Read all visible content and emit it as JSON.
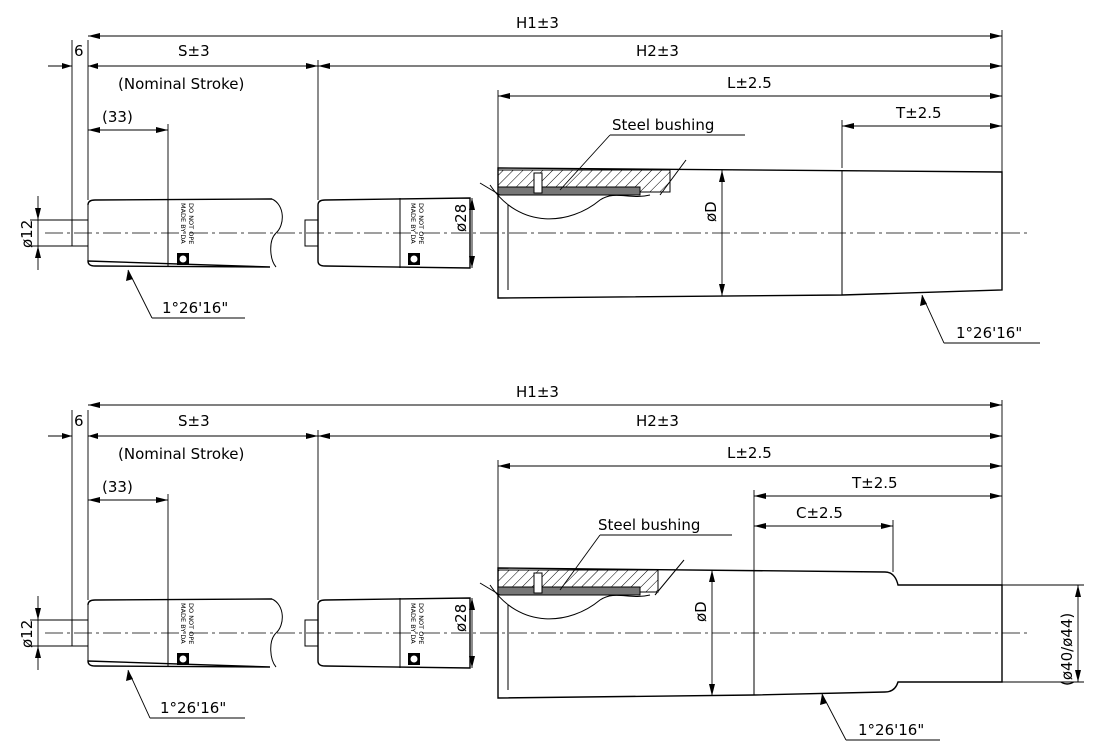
{
  "colors": {
    "line": "#000000",
    "background": "#ffffff"
  },
  "icons": [
    "brand-logo-icon"
  ],
  "views": [
    {
      "dimensions": {
        "h1": "H1±3",
        "h2": "H2±3",
        "s": "S±3",
        "s_note": "(Nominal Stroke)",
        "six": "6",
        "thirty_three": "(33)",
        "l": "L±2.5",
        "t": "T±2.5",
        "d12": "ø12",
        "d28": "ø28",
        "dd": "øD"
      },
      "labels": {
        "bushing": "Steel bushing",
        "taper_rod": "1°26'16\"",
        "taper_body": "1°26'16\"",
        "stamp_line1": "MADE BY DA",
        "stamp_line2": "DO NOT OPE"
      }
    },
    {
      "dimensions": {
        "h1": "H1±3",
        "h2": "H2±3",
        "s": "S±3",
        "s_note": "(Nominal Stroke)",
        "six": "6",
        "thirty_three": "(33)",
        "l": "L±2.5",
        "t": "T±2.5",
        "c": "C±2.5",
        "d12": "ø12",
        "d28": "ø28",
        "dd": "øD",
        "d4044": "(ø40/ø44)"
      },
      "labels": {
        "bushing": "Steel bushing",
        "taper_body": "1°26'16\"",
        "taper_rod": "1°26'16\"",
        "stamp_line1": "MADE BY DA",
        "stamp_line2": "DO NOT OPE"
      }
    }
  ]
}
